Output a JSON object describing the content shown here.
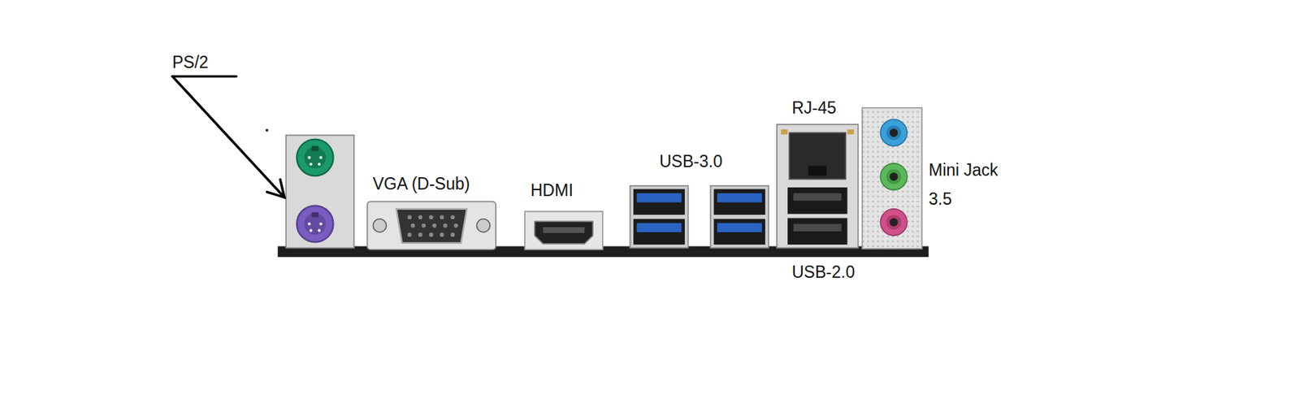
{
  "diagram": {
    "labels": [
      "PS/2",
      "VGA (D-Sub)",
      "HDMI",
      "USB-3.0",
      "RJ-45",
      "USB-2.0",
      "Mini Jack 3.5"
    ]
  }
}
